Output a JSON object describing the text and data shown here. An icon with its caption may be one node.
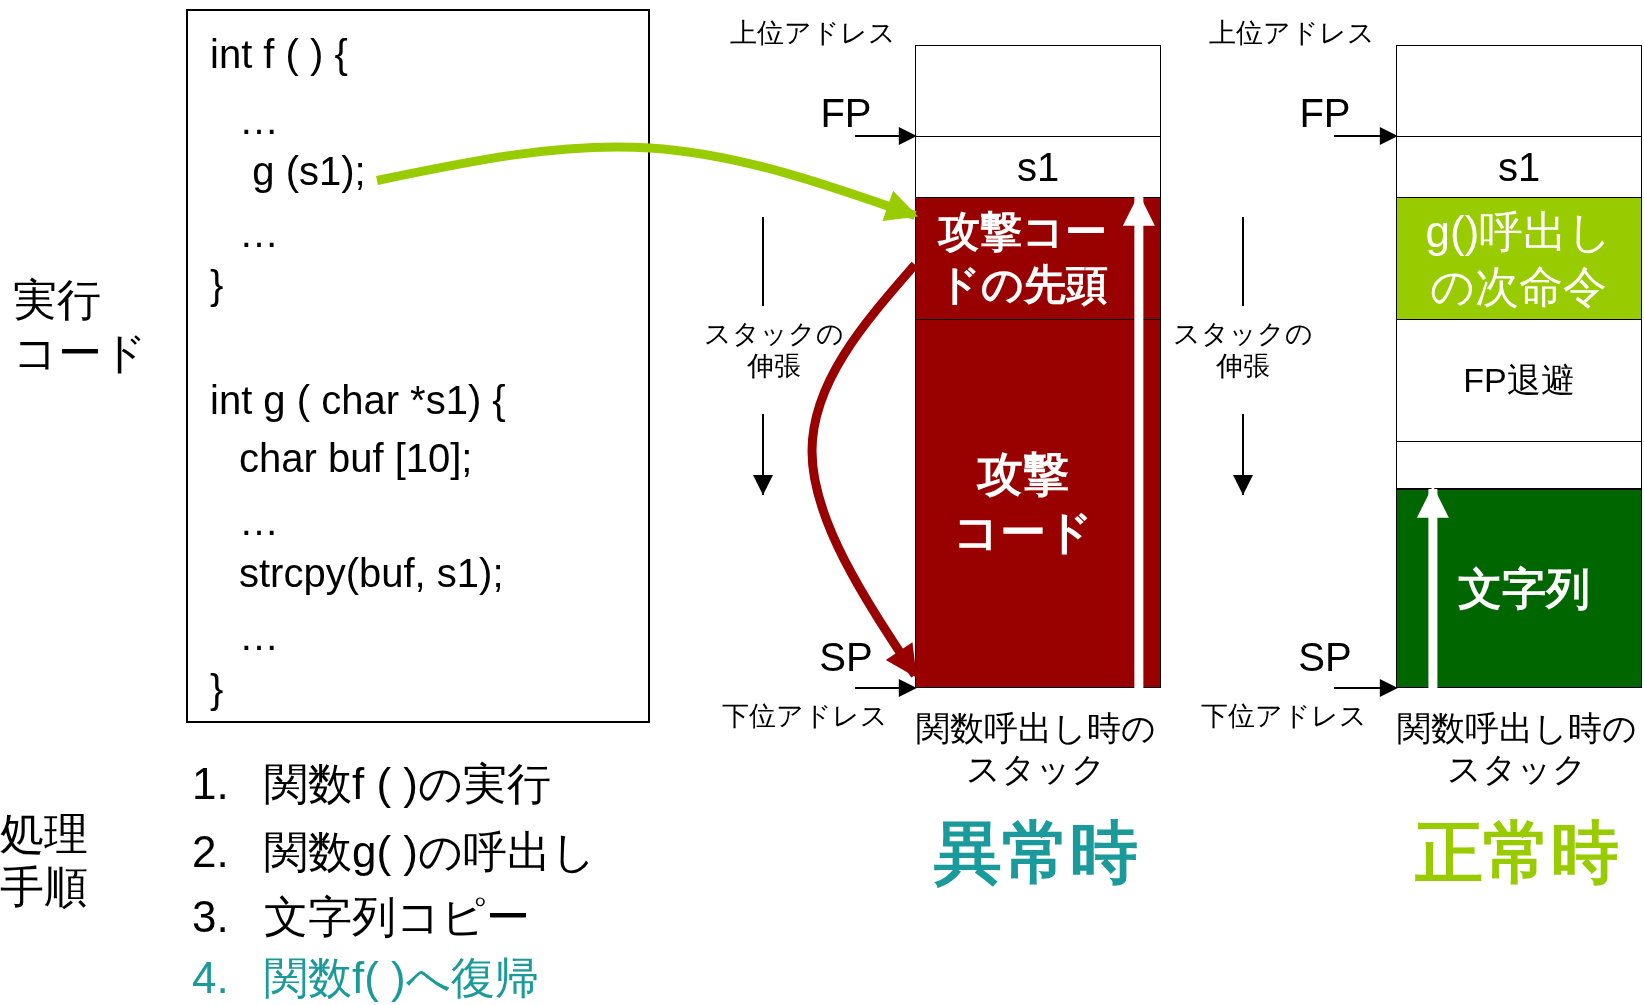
{
  "diagram": {
    "nodes": [
      {
        "text": [
          "int f ( ) {",
          "…",
          "…",
          "}",
          "int g ( char *s1) {",
          "char buf [10];",
          "…",
          "strcpy(buf, s1);",
          "…",
          "}"
        ]
      },
      {
        "text": [
          "g (s1);"
        ],
        "in": 0
      },
      {
        "text": [
          "FP"
        ]
      },
      {
        "text": [],
        "shape": "box"
      },
      {
        "text": [
          "s1"
        ]
      },
      {
        "text": [
          "攻撃コードの先頭"
        ]
      },
      {
        "text": [
          "攻撃コード"
        ]
      },
      {
        "text": [
          "SP"
        ]
      },
      {
        "text": [
          "FP"
        ]
      },
      {
        "text": [],
        "shape": "box"
      },
      {
        "text": [
          "s1"
        ]
      },
      {
        "text": [
          "g()呼出しの次命令"
        ]
      },
      {
        "text": [
          "FP退避"
        ]
      },
      {
        "text": [],
        "shape": "box"
      },
      {
        "text": [
          "文字列"
        ]
      },
      {
        "text": [
          "SP"
        ]
      }
    ],
    "edges": [
      {
        "from": 1,
        "to": 5,
        "arrow": "to",
        "style": "thick",
        "color": "#99cc00"
      },
      {
        "from": 5,
        "to": 6,
        "arrow": "to",
        "style": "thick",
        "color": "#990000"
      },
      {
        "from": 6,
        "to": 5,
        "arrow": "to",
        "style": "thick",
        "color": "#ffffff"
      },
      {
        "from": 2,
        "to": 4,
        "arrow": "to"
      },
      {
        "from": 7,
        "to": 6,
        "arrow": "to"
      },
      {
        "from": 8,
        "to": 10,
        "arrow": "to"
      },
      {
        "from": 15,
        "to": 14,
        "arrow": "to"
      },
      {
        "from": 14,
        "to": 13,
        "arrow": "to",
        "style": "thick",
        "color": "#ffffff"
      }
    ],
    "labels": [
      "上位アドレス",
      "上位アドレス",
      "実行コード",
      "スタックの伸張",
      "スタックの伸張",
      "下位アドレス",
      "下位アドレス",
      "関数呼出し時のスタック",
      "関数呼出し時のスタック",
      "処理手順",
      "1.",
      "関数f ( )の実行",
      "2.",
      "関数g( )の呼出し",
      "3.",
      "文字列コピー",
      "4.",
      "関数f( )へ復帰",
      "異常時",
      "正常時"
    ]
  }
}
